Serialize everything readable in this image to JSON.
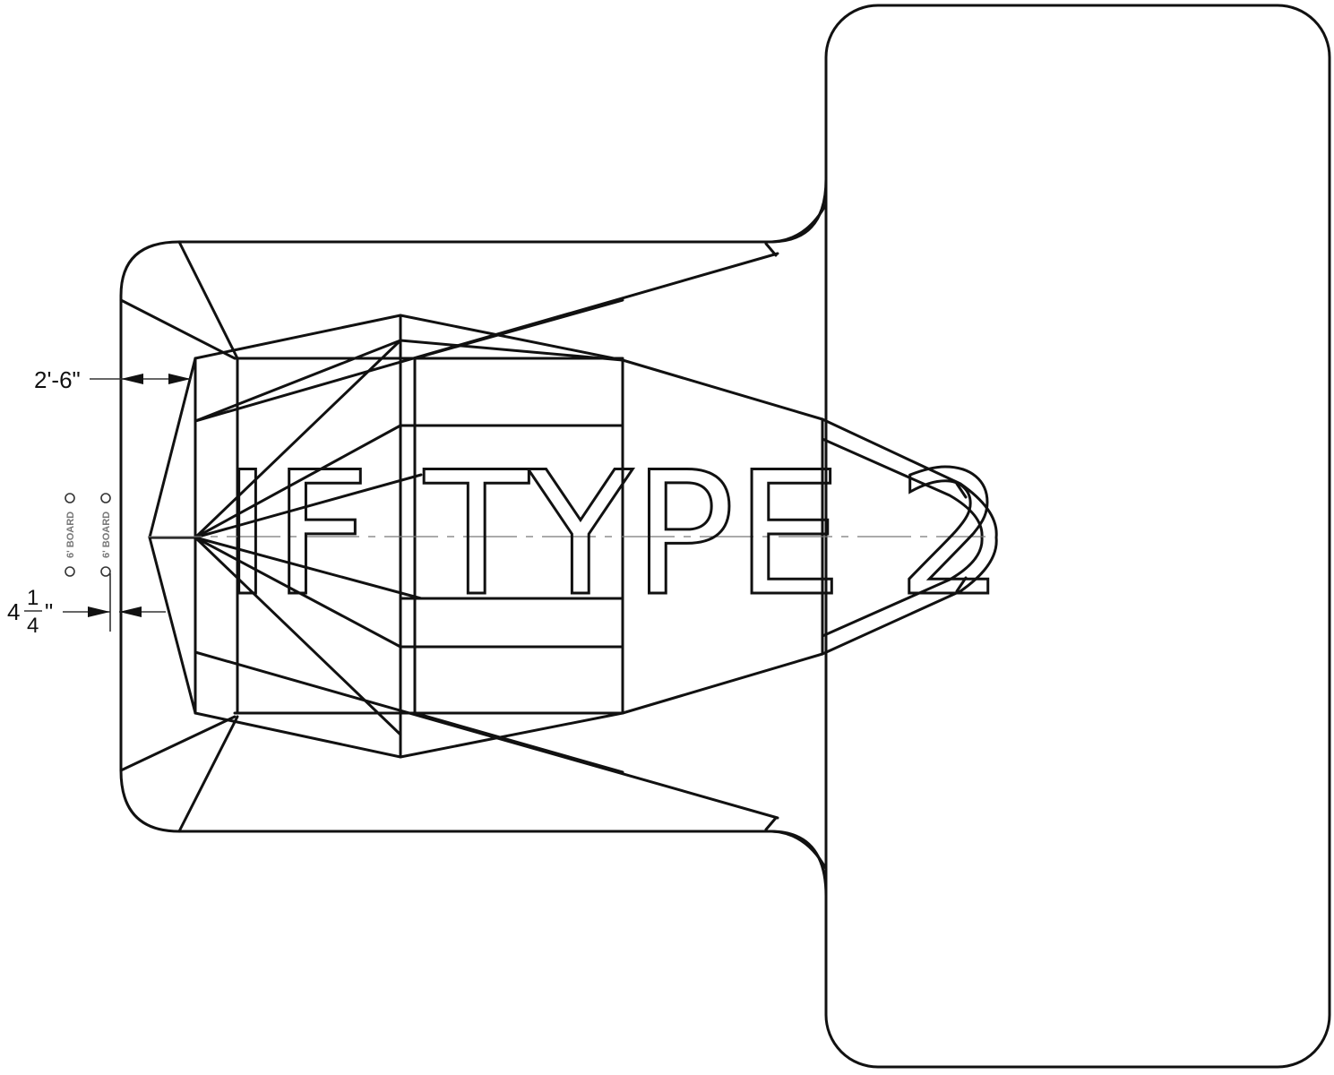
{
  "drawing": {
    "label": "IF TYPE 2",
    "dimensions": {
      "top": "2'-6\"",
      "bottom_whole": "4",
      "bottom_numerator": "1",
      "bottom_denominator": "4",
      "bottom_inch": "\""
    },
    "boards": [
      {
        "label": "6' BOARD"
      },
      {
        "label": "6' BOARD"
      }
    ]
  }
}
